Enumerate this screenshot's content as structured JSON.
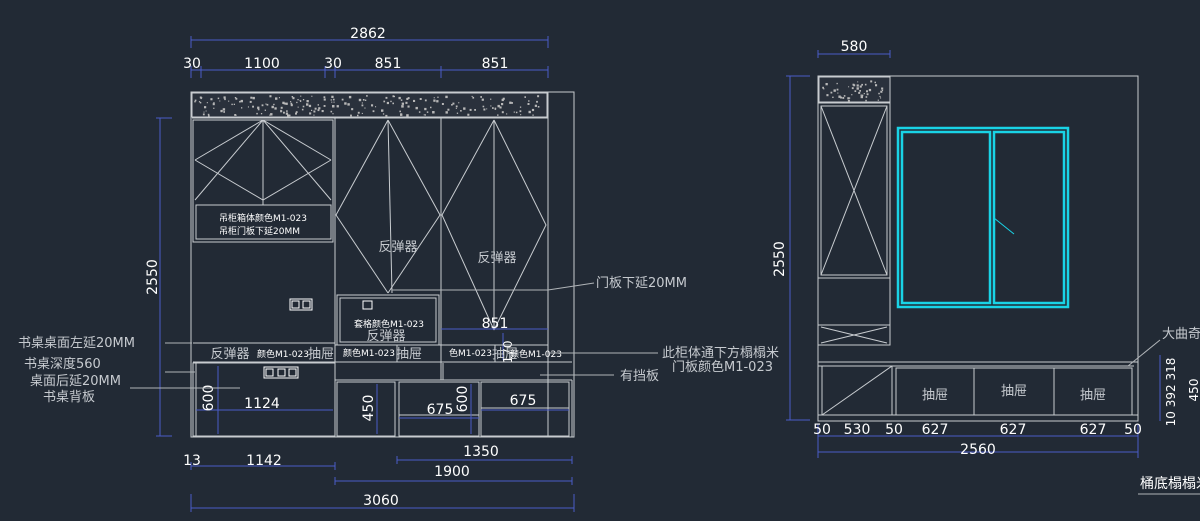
{
  "front_elevation": {
    "dims_top": {
      "total": "2862",
      "s1": "30",
      "s2": "1100",
      "s3": "30",
      "s4": "851",
      "s5": "851"
    },
    "height": "2550",
    "upper_note_1": "吊柜箱体颜色M1-023",
    "upper_note_2": "吊柜门板下延20MM",
    "rebound_1": "反弹器",
    "rebound_2": "反弹器",
    "rebound_3": "反弹器",
    "rebound_4": "反弹器",
    "door_note": "门板下延20MM",
    "shelf_note": "套格颜色M1-023",
    "dim_851": "851",
    "dim_170": "170",
    "color_1": "颜色M1-023",
    "color_2": "颜色M1-023",
    "color_3": "色M1-023",
    "color_4": "颜色M1-023",
    "drawer_1": "抽屉",
    "drawer_2": "抽屉",
    "drawer_3": "抽屉",
    "note_cabinet_1": "此柜体通下方榻榻米",
    "note_cabinet_2": "门板颜色M1-023",
    "note_baffle": "有挡板",
    "desk_left": "书桌桌面左延20MM",
    "desk_depth": "书桌深度560",
    "desk_back": "桌面后延20MM",
    "desk_panel": "书桌背板",
    "d_600a": "600",
    "d_1124": "1124",
    "d_450": "450",
    "d_675a": "675",
    "d_600b": "600",
    "d_675b": "675",
    "d_1350": "1350",
    "d_13": "13",
    "d_1142": "1142",
    "d_1900": "1900",
    "d_3060": "3060"
  },
  "side_elevation": {
    "d_580": "580",
    "height": "2550",
    "drawer_1": "抽屉",
    "drawer_2": "抽屉",
    "drawer_3": "抽屉",
    "big_curve": "大曲奇",
    "right_small": "10 392 318",
    "right_450": "450",
    "b_50a": "50",
    "b_530": "530",
    "b_50b": "50",
    "b_627a": "627",
    "b_627b": "627",
    "b_627c": "627",
    "b_50c": "50",
    "total": "2560",
    "tatami_bottom": "桶底榻榻米"
  },
  "colors": {
    "background": "#222a35",
    "line": "#c8ccd0",
    "dimension": "#4a5cc8",
    "window": "#19d3e6"
  }
}
